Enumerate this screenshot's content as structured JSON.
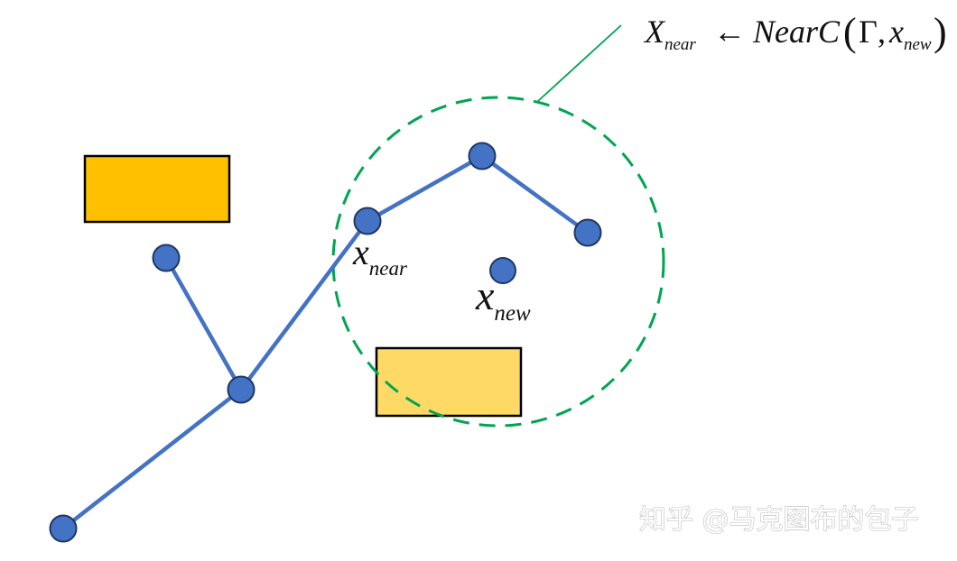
{
  "diagram": {
    "formula": {
      "X": "X",
      "X_sub": "near",
      "arrow": "←",
      "func": "NearC",
      "open_paren": "(",
      "gamma": "Γ",
      "comma": ",",
      "x": "x",
      "x_sub": "new",
      "close_paren": ")"
    },
    "labels": {
      "x_near": {
        "main": "x",
        "sub": "near"
      },
      "x_new": {
        "main": "x",
        "sub": "new"
      }
    },
    "watermark": "知乎 @马克图布的包子",
    "colors": {
      "node_fill": "#4472c4",
      "node_stroke": "#1f3864",
      "edge": "#4472c4",
      "circle": "#00a550",
      "obstacle_1": "#ffc000",
      "obstacle_2": "#ffd966",
      "obstacle_stroke": "#000000"
    }
  }
}
